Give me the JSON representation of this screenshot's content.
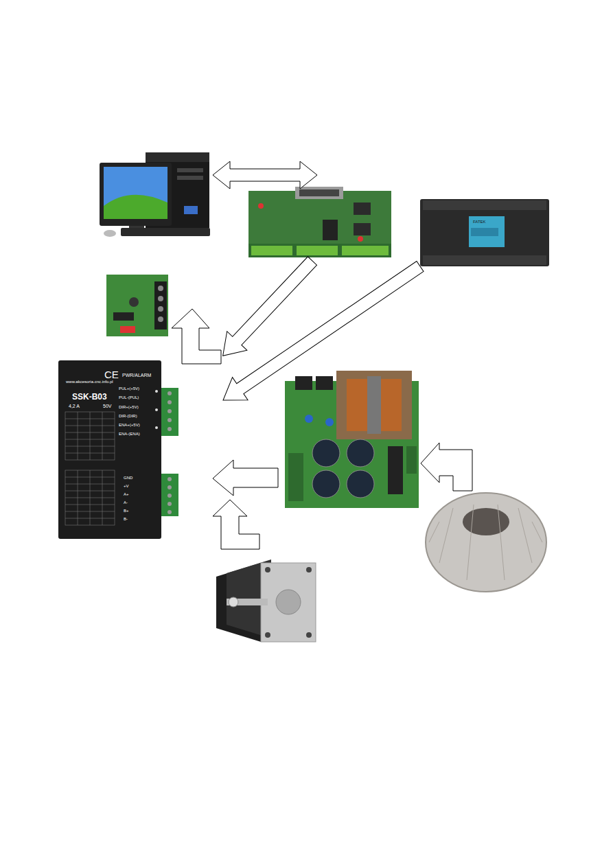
{
  "diagram": {
    "labels": [
      "www.akcesoria.cnc.info.pl",
      "CE",
      "SSK-B03",
      "4,2 A",
      "50V",
      "PWR/ALARM",
      "PUL+(+5V)",
      "PUL-(PUL)",
      "DIR+(+5V)",
      "DIR-(DIR)",
      "ENA+(+5V)",
      "ENA-(ENA)",
      "GND",
      "+V",
      "A+",
      "A-",
      "B+",
      "B-",
      "FATEK"
    ]
  }
}
